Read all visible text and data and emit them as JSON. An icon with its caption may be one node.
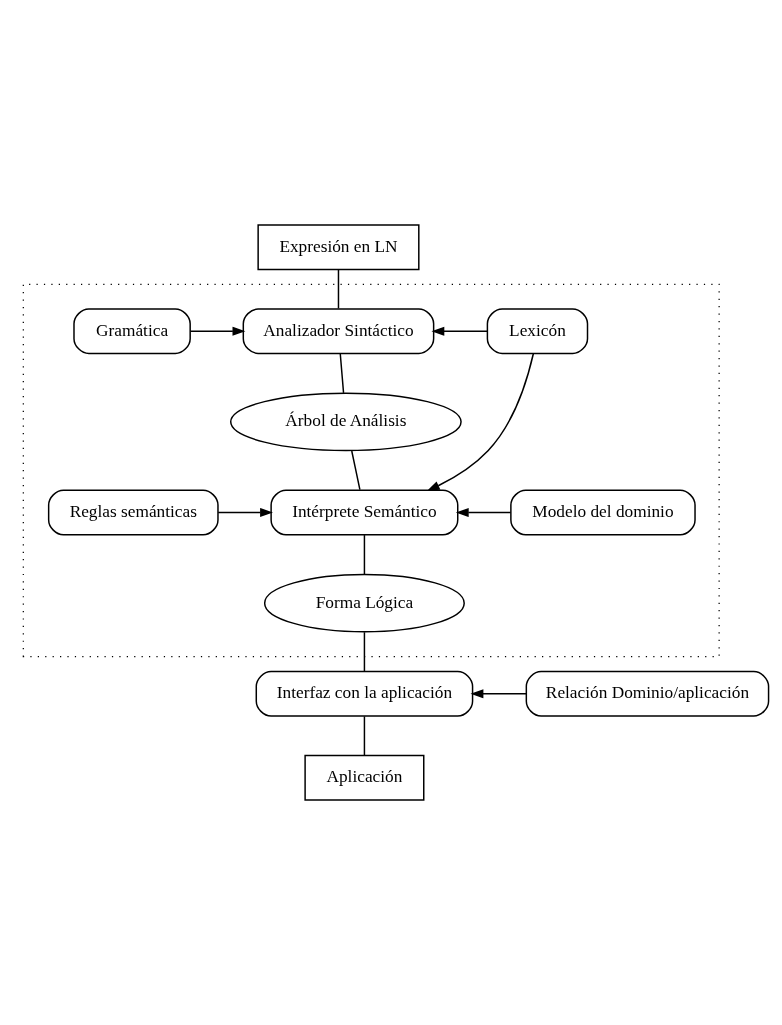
{
  "diagram": {
    "nodes": [
      {
        "text": [
          "Expresión en LN"
        ]
      },
      {
        "text": [],
        "shape": "box"
      },
      {
        "text": [
          "Gramática"
        ],
        "in": 1
      },
      {
        "text": [
          "Analizador Sintáctico"
        ],
        "in": 1
      },
      {
        "text": [
          "Lexicón"
        ],
        "in": 1
      },
      {
        "text": [
          "Árbol de Análisis"
        ],
        "in": 1
      },
      {
        "text": [
          "Reglas semánticas"
        ],
        "in": 1
      },
      {
        "text": [
          "Intérprete Semántico"
        ],
        "in": 1
      },
      {
        "text": [
          "Modelo del dominio"
        ],
        "in": 1
      },
      {
        "text": [
          "Forma Lógica"
        ],
        "in": 1
      },
      {
        "text": [
          "Interfaz con la aplicación"
        ]
      },
      {
        "text": [
          "Relación Dominio/aplicación"
        ]
      },
      {
        "text": [
          "Aplicación"
        ]
      }
    ],
    "edges": [
      {
        "from": 0,
        "to": 3,
        "arrow": "none"
      },
      {
        "from": 2,
        "to": 3,
        "arrow": "to"
      },
      {
        "from": 4,
        "to": 3,
        "arrow": "to"
      },
      {
        "from": 3,
        "to": 5,
        "arrow": "none"
      },
      {
        "from": 5,
        "to": 7,
        "arrow": "none"
      },
      {
        "from": 4,
        "to": 7,
        "arrow": "to"
      },
      {
        "from": 6,
        "to": 7,
        "arrow": "to"
      },
      {
        "from": 8,
        "to": 7,
        "arrow": "to"
      },
      {
        "from": 7,
        "to": 9,
        "arrow": "none"
      },
      {
        "from": 9,
        "to": 10,
        "arrow": "none"
      },
      {
        "from": 11,
        "to": 10,
        "arrow": "to"
      },
      {
        "from": 10,
        "to": 12,
        "arrow": "none"
      }
    ]
  }
}
